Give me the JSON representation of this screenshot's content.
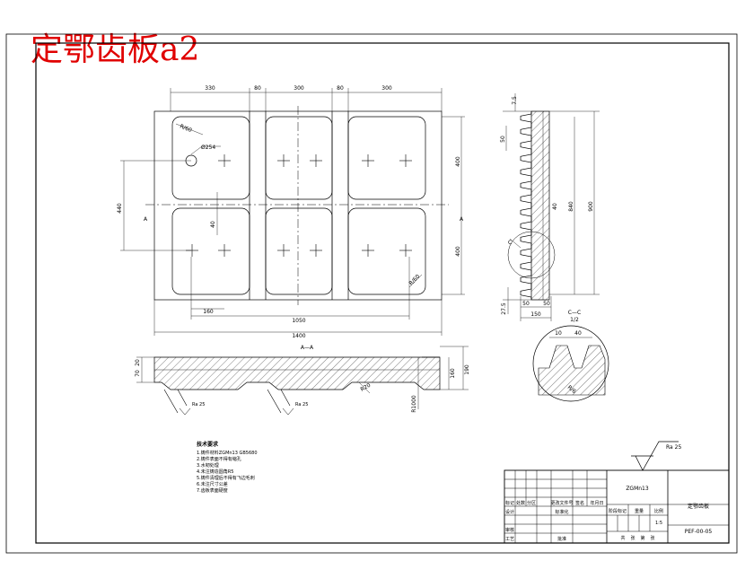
{
  "title": "定鄂齿板a2",
  "front_view": {
    "dims_top": [
      "330",
      "80",
      "300",
      "80",
      "300"
    ],
    "dims_bottom": [
      "1050",
      "1400"
    ],
    "dim_160": "160",
    "dim_left": "440",
    "dims_right": [
      "400",
      "400"
    ],
    "dim_40": "40",
    "hole_label": "Ø254",
    "corner_label": "R/60",
    "section_marks": [
      "A",
      "A"
    ]
  },
  "section_aa": {
    "label": "A—A",
    "dims_left": [
      "70",
      "20"
    ],
    "dims_right": [
      "160",
      "190"
    ],
    "dim_r": "R1000",
    "dim_r20": "R20",
    "roughness": [
      "Ra 25",
      "Ra 25"
    ]
  },
  "side_view": {
    "dims_top": [
      "7.5"
    ],
    "dim_pitch": "50",
    "dims_right": [
      "840",
      "900"
    ],
    "dim_inner": "40",
    "dims_bottom": [
      "27.5",
      "50",
      "50",
      "150"
    ],
    "section_label": "C—C",
    "scale": "1/2",
    "detail_mark": "C"
  },
  "detail": {
    "dims": [
      "10",
      "40",
      "R/6"
    ]
  },
  "notes": {
    "header": "技术要求",
    "lines": [
      "1.铸件材料ZGMn13 GB5680",
      "2.铸件表面不得有缩孔",
      "3.水韧处理",
      "4.未注铸造圆角R5",
      "5.铸件清理后不得有飞边毛刺",
      "6.未注尺寸公差",
      "7.齿板表面硬度"
    ]
  },
  "surface_mark": "Ra 25",
  "title_block": {
    "part_name": "定鄂齿板",
    "material": "ZGMn13",
    "drawing_no": "PEF-00-05",
    "scale": "1:5",
    "row_labels": [
      "标记",
      "处数",
      "分区",
      "更改文件号",
      "签名",
      "年月日"
    ],
    "left_labels": [
      "设计",
      "审核",
      "工艺",
      "标准化",
      "批准"
    ],
    "stage_labels": [
      "阶段标记",
      "重量",
      "比例"
    ],
    "sheet": [
      "共",
      "张",
      "第",
      "张"
    ]
  }
}
